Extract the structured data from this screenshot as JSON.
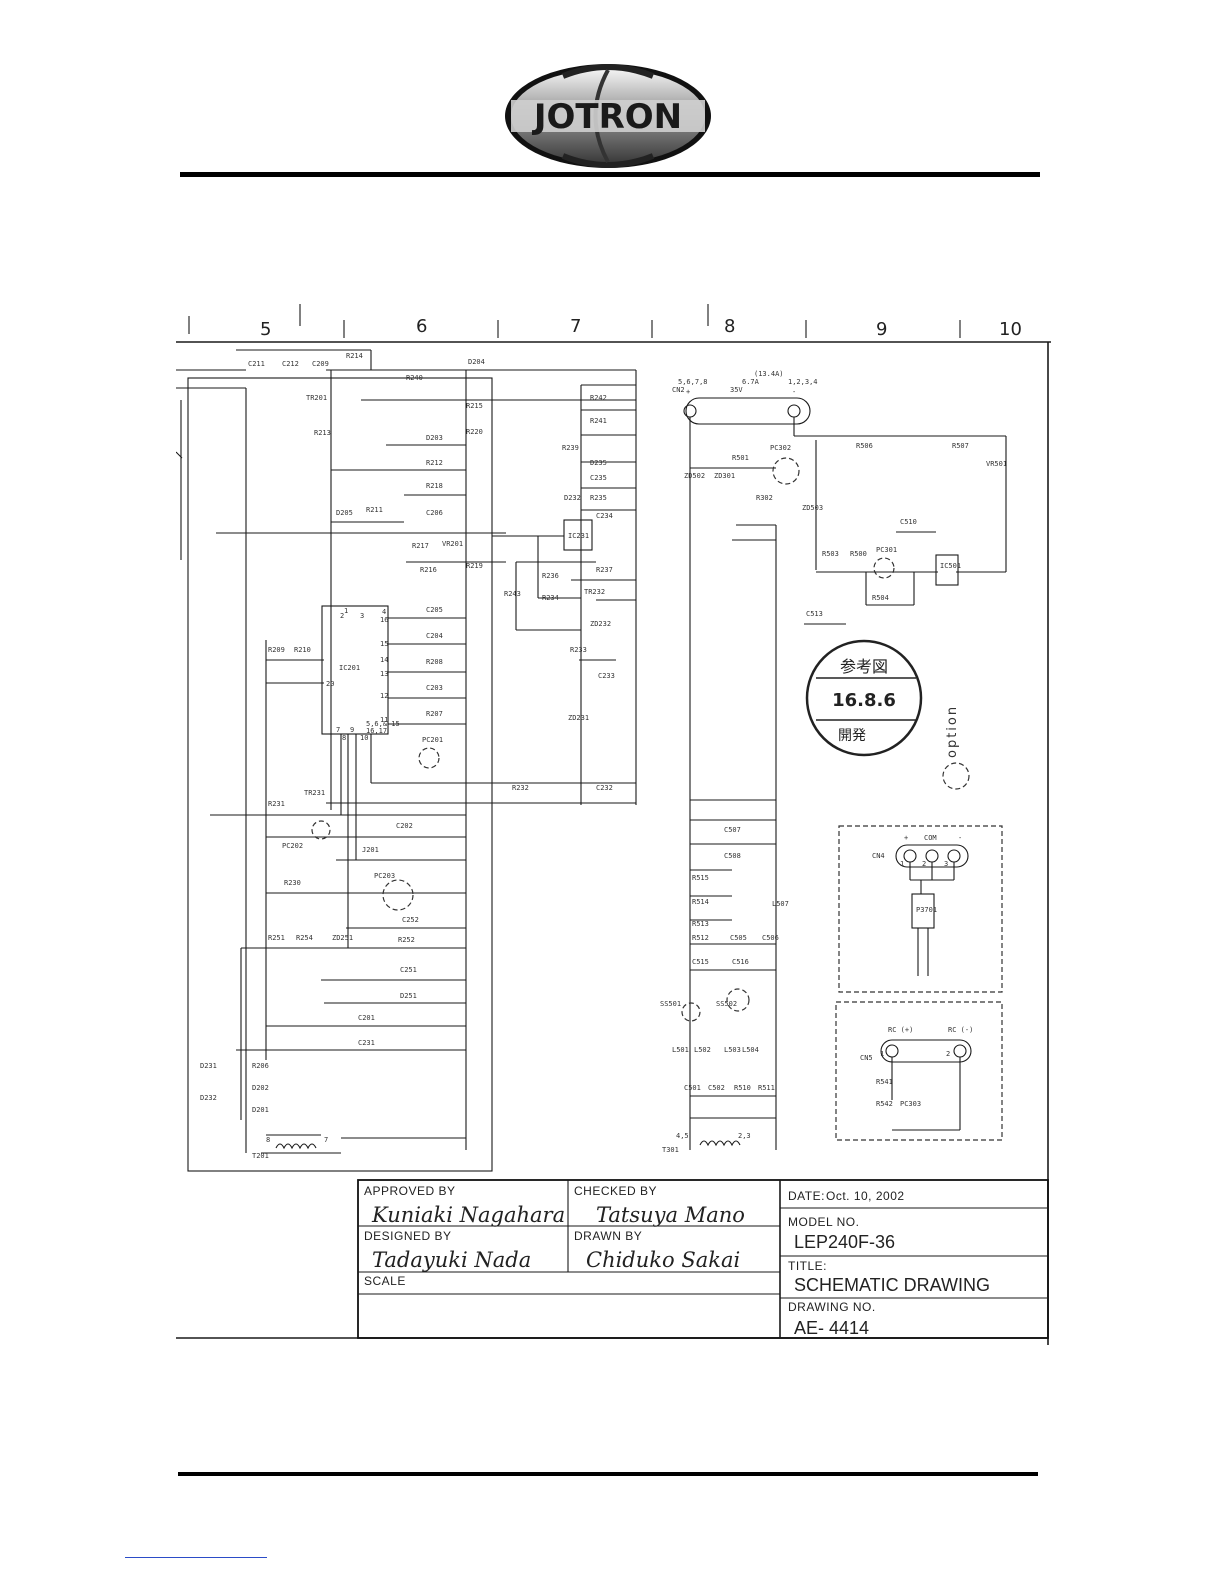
{
  "header": {
    "logo_text": "JOTRON"
  },
  "zones": [
    "5",
    "6",
    "7",
    "8",
    "9",
    "10"
  ],
  "connector_cn2": {
    "ref": "CN2",
    "left_pins": "5,6,7,8",
    "plus": "+",
    "rating_1": "35V",
    "rating_2": "6.7A",
    "rating_3": "(13.4A)",
    "right_pins": "1,2,3,4",
    "minus": "-"
  },
  "options": {
    "label": "option",
    "cn4": {
      "ref": "CN4",
      "plus": "+",
      "com": "COM",
      "minus": "-",
      "part": "P3701",
      "pins": [
        "1",
        "2",
        "3"
      ]
    },
    "cn5": {
      "ref": "CN5",
      "rc_plus": "RC (+)",
      "rc_minus": "RC (-)",
      "pin1": "1",
      "pin2": "2"
    }
  },
  "components": {
    "left_block": [
      "C211",
      "C212",
      "C209",
      "R214",
      "R240",
      "D204",
      "TR201",
      "R213",
      "R215",
      "R220",
      "D203",
      "R212",
      "R218",
      "D205",
      "R211",
      "C206",
      "R217",
      "VR201",
      "R216",
      "R219",
      "C205",
      "C204",
      "R208",
      "C203",
      "R207",
      "IC201",
      "R209",
      "R210",
      "PC201",
      "TR231",
      "R231",
      "C202",
      "PC202",
      "J201",
      "PC203",
      "R230",
      "C252",
      "R251",
      "R254",
      "ZD251",
      "R252",
      "C251",
      "D251",
      "C201",
      "C231",
      "R206",
      "D202",
      "D201",
      "D231",
      "D232",
      "T201"
    ],
    "mid_block": [
      "R239",
      "D235",
      "R242",
      "R241",
      "C235",
      "R235",
      "R236",
      "C234",
      "D232",
      "IC231",
      "R233",
      "R243",
      "R234",
      "R237",
      "TR232",
      "ZD232",
      "C233",
      "ZD231",
      "R232",
      "C232"
    ],
    "right_block": [
      "ZD502",
      "ZD301",
      "R501",
      "PC302",
      "R302",
      "ZD503",
      "R503",
      "C510",
      "R500",
      "PC301",
      "IC501",
      "R504",
      "R506",
      "VR501",
      "R507",
      "C513",
      "C507",
      "C508",
      "R515",
      "R514",
      "R513",
      "R512",
      "L507",
      "C505",
      "C506",
      "C515",
      "C516",
      "SS501",
      "SS502",
      "L501",
      "L502",
      "L503",
      "L504",
      "C501",
      "C502",
      "R510",
      "R511",
      "T301",
      "R541",
      "R542",
      "PC303"
    ],
    "ic201_pins": [
      "1",
      "2",
      "3",
      "4",
      "16",
      "15",
      "14",
      "13",
      "12",
      "11",
      "20",
      "7",
      "8",
      "9",
      "10",
      "5,6,& 15",
      "16,17"
    ],
    "t201_pins": [
      "8",
      "7"
    ],
    "t301_pins": [
      "4,5",
      "2,3"
    ]
  },
  "title_block": {
    "approved_by_label": "APPROVED BY",
    "approved_by_sig": "Kuniaki Nagahara",
    "checked_by_label": "CHECKED BY",
    "checked_by_sig": "Tatsuya Mano",
    "date_label": "DATE:",
    "date_value": "Oct. 10, 2002",
    "designed_by_label": "DESIGNED BY",
    "designed_by_sig": "Tadayuki Nada",
    "drawn_by_label": "DRAWN BY",
    "drawn_by_sig": "Chiduko Sakai",
    "model_no_label": "MODEL NO.",
    "model_no_value": "LEP240F-36",
    "scale_label": "SCALE",
    "title_label": "TITLE:",
    "title_value": "SCHEMATIC DRAWING",
    "drawing_no_label": "DRAWING NO.",
    "drawing_no_value": "AE- 4414"
  },
  "stamp": {
    "line1": "参考図",
    "line2": "16.8.6",
    "line3": "開発"
  }
}
